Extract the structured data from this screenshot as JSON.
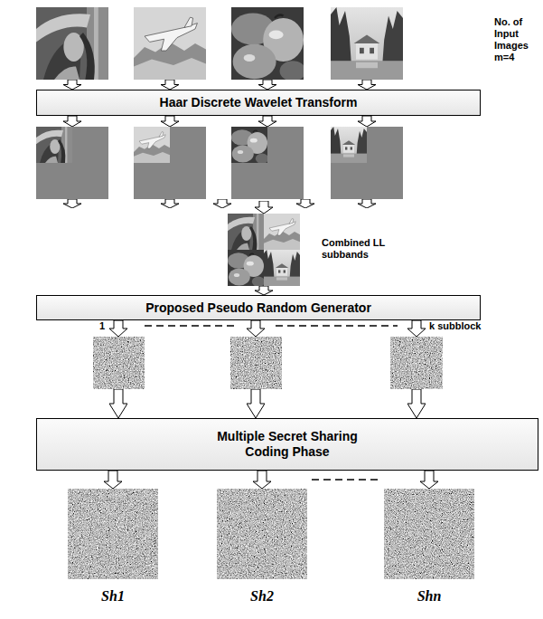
{
  "diagram": {
    "nodes": [
      {
        "text": [
          "Haar Discrete Wavelet Transform"
        ]
      },
      {
        "text": [
          "Proposed Pseudo Random Generator"
        ]
      },
      {
        "text": [
          "Multiple Secret Sharing Coding Phase"
        ]
      },
      {
        "text": [
          "Sh1"
        ]
      },
      {
        "text": [
          "Sh2"
        ]
      },
      {
        "text": [
          "Shn"
        ]
      }
    ],
    "edges": [
      {
        "from": 2,
        "to": 3,
        "arrow": "to"
      },
      {
        "from": 2,
        "to": 4,
        "arrow": "to"
      },
      {
        "from": 2,
        "to": 5,
        "arrow": "to"
      }
    ],
    "labels": [
      "No. of Input Images m=4",
      "Combined LL subbands",
      "1",
      "k subblock"
    ]
  }
}
